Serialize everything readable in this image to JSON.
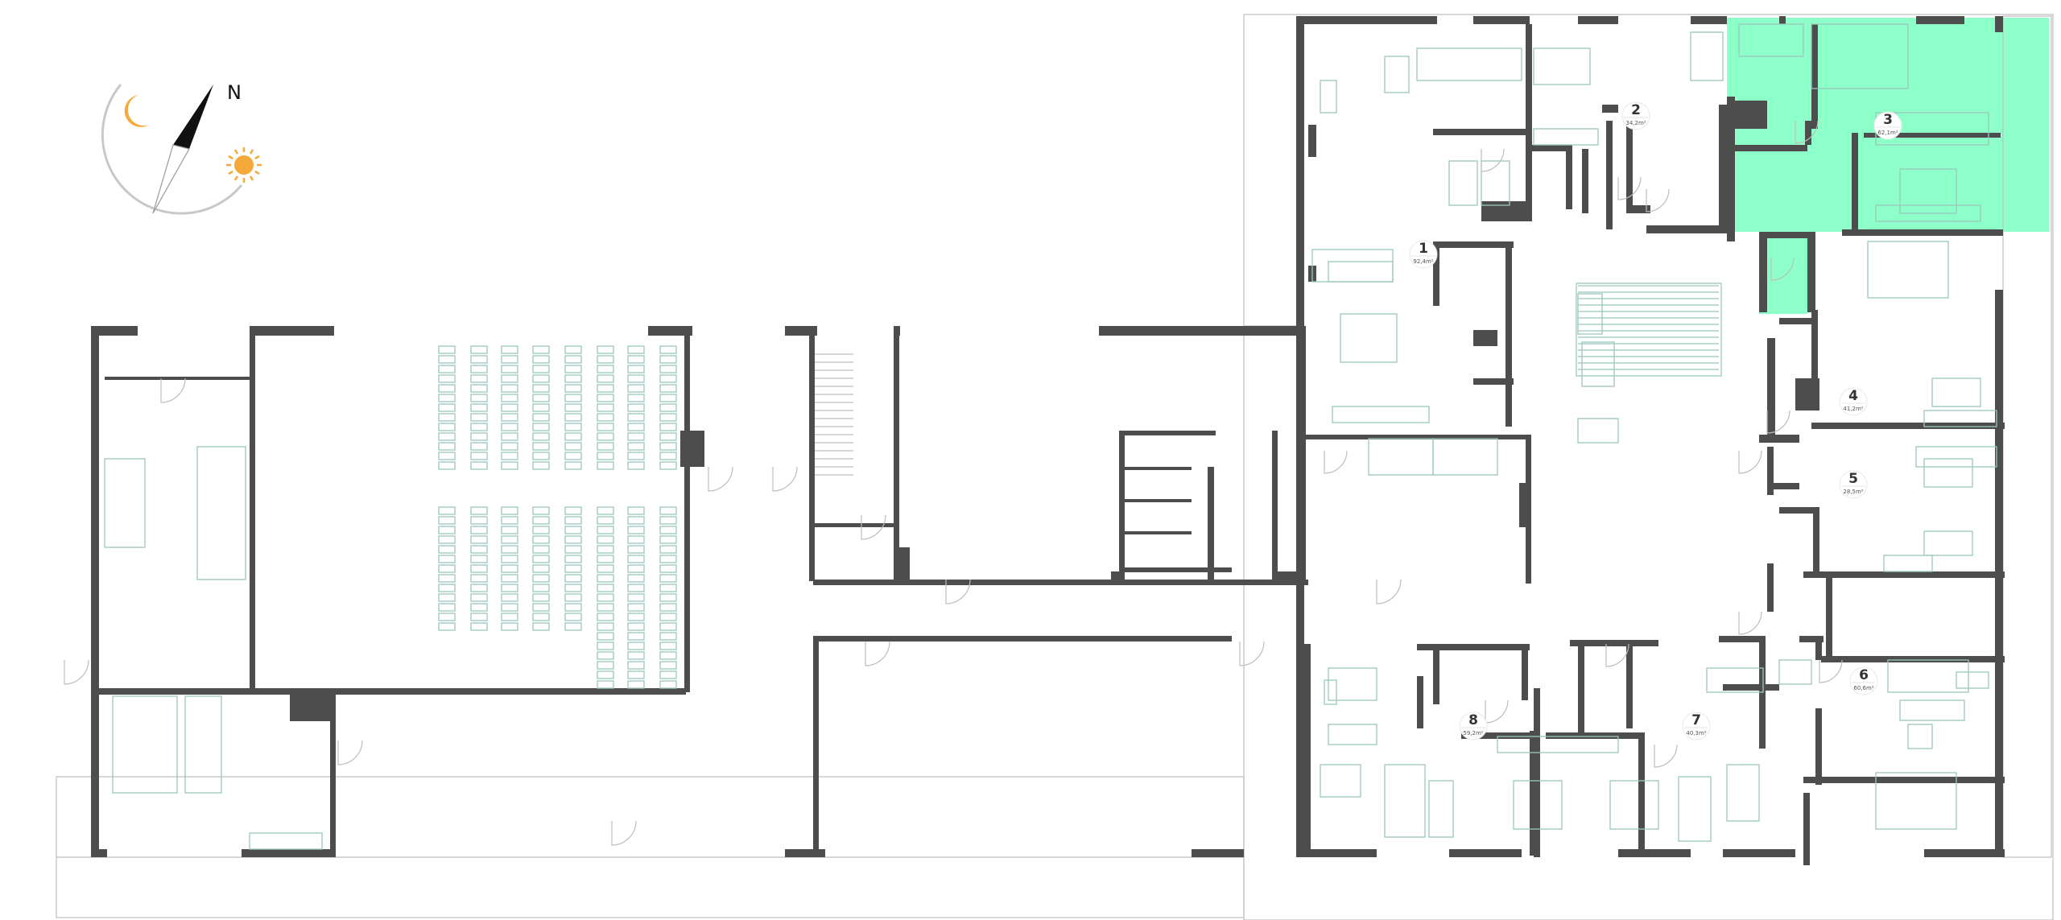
{
  "compass": {
    "north_label": "N",
    "moon_icon": "moon-icon",
    "sun_icon": "sun-icon",
    "accent": "#f5a93a"
  },
  "highlight_color": "#8dffc8",
  "wall_color": "#4d4d4d",
  "apartments": [
    {
      "number": "1",
      "area": "92,4m²"
    },
    {
      "number": "2",
      "area": "34,2m²"
    },
    {
      "number": "3",
      "area": "62,1m²",
      "selected": true
    },
    {
      "number": "4",
      "area": "41,2m²"
    },
    {
      "number": "5",
      "area": "28,5m²"
    },
    {
      "number": "6",
      "area": "60,6m²"
    },
    {
      "number": "7",
      "area": "40,3m²"
    },
    {
      "number": "8",
      "area": "59,2m²"
    }
  ]
}
